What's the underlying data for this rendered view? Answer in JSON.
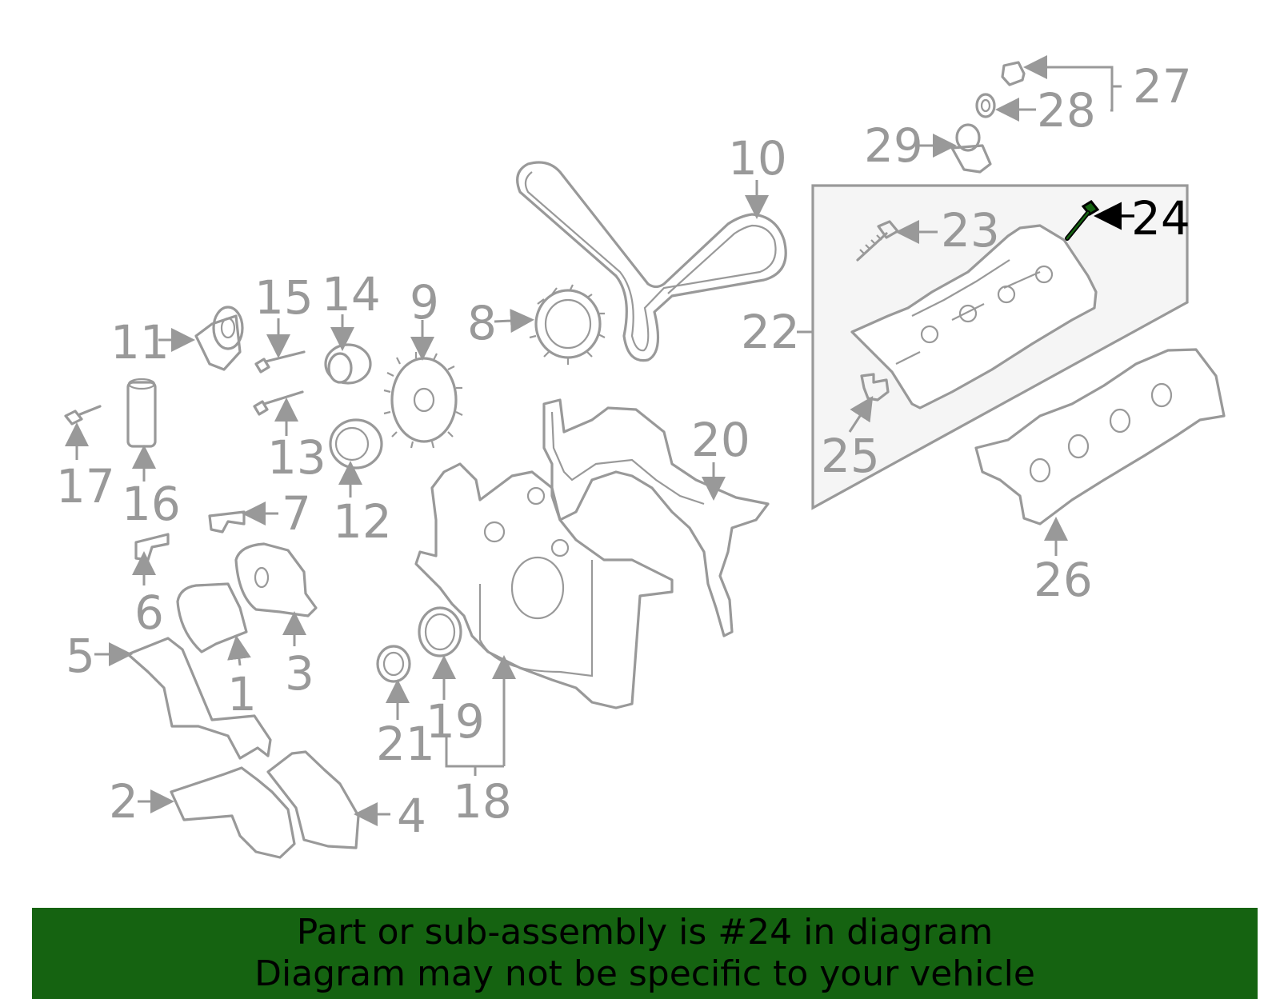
{
  "labels": {
    "l1": "1",
    "l2": "2",
    "l3": "3",
    "l4": "4",
    "l5": "5",
    "l6": "6",
    "l7": "7",
    "l8": "8",
    "l9": "9",
    "l10": "10",
    "l11": "11",
    "l12": "12",
    "l13": "13",
    "l14": "14",
    "l15": "15",
    "l16": "16",
    "l17": "17",
    "l18": "18",
    "l19": "19",
    "l20": "20",
    "l21": "21",
    "l22": "22",
    "l23": "23",
    "l24": "24",
    "l25": "25",
    "l26": "26",
    "l27": "27",
    "l28": "28",
    "l29": "29"
  },
  "highlighted_part": "24",
  "colors": {
    "line_art": "#999999",
    "highlight": "#000000",
    "highlight_part": "#156311",
    "banner_bg": "#156311",
    "inset_bg": "#f5f5f5"
  },
  "banner": {
    "line1": "Part or sub-assembly is #24 in diagram",
    "line2": "Diagram may not be specific to your vehicle"
  }
}
